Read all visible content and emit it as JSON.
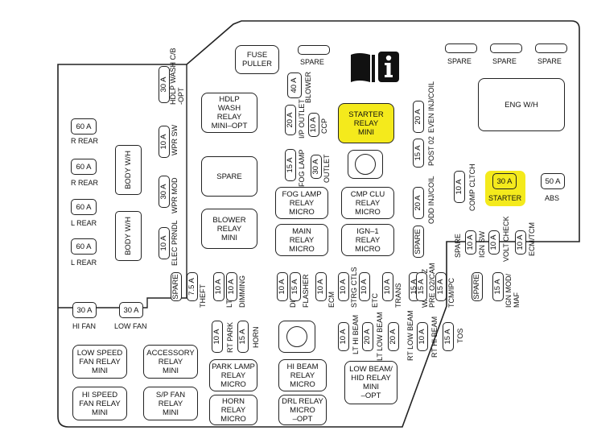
{
  "top": {
    "fuse_puller": "FUSE\nPULLER",
    "spare": "SPARE",
    "spares_right": [
      "SPARE",
      "SPARE",
      "SPARE"
    ],
    "eng_wh": "ENG W/H"
  },
  "left_fuses": [
    {
      "value": "60 A",
      "label": "R REAR"
    },
    {
      "value": "60 A",
      "label": "R REAR"
    },
    {
      "value": "60 A",
      "label": "L REAR"
    },
    {
      "value": "60 A",
      "label": "L REAR"
    }
  ],
  "body_wh": "BODY W/H",
  "col2": [
    {
      "value": "30 A",
      "label": "HDLP WASH C/B\n-OPT"
    },
    {
      "value": "10 A",
      "label": "WPR SW"
    },
    {
      "value": "30 A",
      "label": "WPR MOD"
    },
    {
      "value": "10 A",
      "label": "ELEC PRNDL"
    }
  ],
  "relays_col3": [
    "HDLP\nWASH\nRELAY\nMINI–OPT",
    "SPARE",
    "BLOWER\nRELAY\nMINI"
  ],
  "mid_fuses": [
    {
      "value": "40 A",
      "label": "BLOWER"
    },
    {
      "value": "20 A",
      "label": "I/P OUTLET"
    },
    {
      "value": "10 A",
      "label": "CCP"
    },
    {
      "value": "15 A",
      "label": "FOG LAMP"
    },
    {
      "value": "30 A",
      "label": "OUTLET"
    }
  ],
  "starter_relay": "STARTER\nRELAY\nMINI",
  "relays_mid": [
    "FOG LAMP\nRELAY\nMICRO",
    "CMP CLU\nRELAY\nMICRO",
    "MAIN\nRELAY\nMICRO",
    "IGN–1\nRELAY\nMICRO"
  ],
  "right_col_fuses": [
    {
      "value": "20 A",
      "label": "EVEN INJ/COIL"
    },
    {
      "value": "15 A",
      "label": "POST 02"
    },
    {
      "value": "20 A",
      "label": "ODD INJ/COIL"
    }
  ],
  "right_fuses": [
    {
      "value": "10 A",
      "label": "COMP CLTCH"
    },
    {
      "value": "30 A",
      "label": "STARTER"
    },
    {
      "value": "50 A",
      "label": "ABS"
    }
  ],
  "row_right": [
    {
      "value": "SPARE",
      "label": ""
    },
    {
      "value": "10 A",
      "label": "SPARE"
    },
    {
      "value": "10 A",
      "label": "IGN SW"
    },
    {
      "value": "10 A",
      "label": "VOLT CHECK"
    },
    {
      "value": "10 A",
      "label": "ECM/TCM"
    }
  ],
  "row_mid": [
    {
      "value": "SPARE",
      "label": ""
    },
    {
      "value": "7.5 A",
      "label": "THEFT"
    },
    {
      "value": "10 A",
      "label": "LT PARK"
    },
    {
      "value": "10 A",
      "label": "DIMMING"
    },
    {
      "value": "10 A",
      "label": "DIM/ALDL"
    },
    {
      "value": "15 A",
      "label": "FLASHER"
    },
    {
      "value": "10 A",
      "label": "ECM"
    },
    {
      "value": "10 A",
      "label": "STRG CTLS"
    },
    {
      "value": "10 A",
      "label": "ETC"
    },
    {
      "value": "10 A",
      "label": "TRANS"
    },
    {
      "value": "15 A",
      "label": "WASH NOZ"
    },
    {
      "value": "15 A",
      "label": "PRE O2/CAM"
    },
    {
      "value": "15 A",
      "label": "TCM/IPC"
    },
    {
      "value": "SPARE",
      "label": ""
    },
    {
      "value": "15 A",
      "label": "IGN MOD/\nMAF"
    }
  ],
  "lower": {
    "hi_fan": {
      "value": "30 A",
      "label": "HI FAN"
    },
    "low_fan": {
      "value": "30 A",
      "label": "LOW FAN"
    },
    "relays": [
      "LOW SPEED\nFAN RELAY\nMINI",
      "ACCESSORY\nRELAY\nMINI",
      "HI SPEED\nFAN RELAY\nMINI",
      "S/P FAN\nRELAY\nMINI",
      "PARK LAMP\nRELAY\nMICRO",
      "HI BEAM\nRELAY\nMICRO",
      "HORN\nRELAY\nMICRO",
      "DRL RELAY\nMICRO\n–OPT",
      "LOW BEAM/\nHID RELAY\nMINI\n–OPT"
    ],
    "fuses": [
      {
        "value": "10 A",
        "label": "RT PARK"
      },
      {
        "value": "15 A",
        "label": "HORN"
      },
      {
        "value": "10 A",
        "label": "LT HI BEAM"
      },
      {
        "value": "20 A",
        "label": "LT LOW BEAM"
      },
      {
        "value": "20 A",
        "label": "RT LOW BEAM"
      },
      {
        "value": "10 A",
        "label": "RT HI BEAM"
      },
      {
        "value": "15 A",
        "label": "TOS"
      }
    ]
  }
}
